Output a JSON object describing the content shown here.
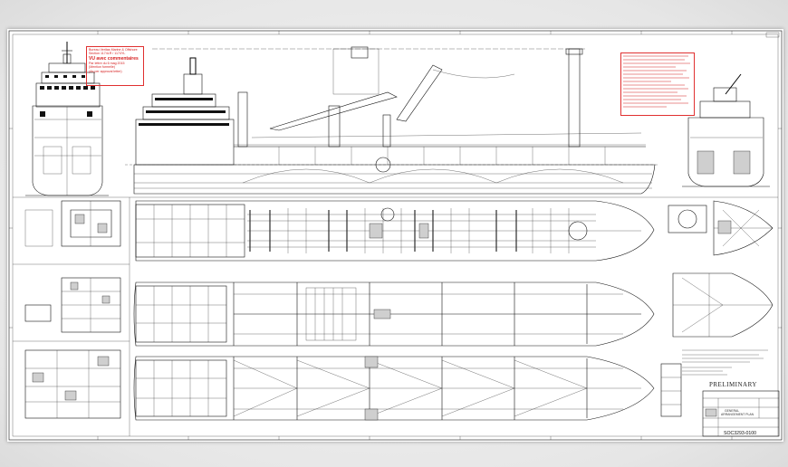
{
  "drawing": {
    "stamp": {
      "line1": "Bureau Veritas Marine & Offshore",
      "line2": "Section 1174LR / 1174YL",
      "line3": "VU avec commentaires",
      "line4": "Par lettre du 6 mag 2015",
      "line5": "(Mention formelle)",
      "line6": "(As per approval letter)"
    },
    "preliminary": "PRELIMINARY",
    "title_block": {
      "title_line1": "GENERAL",
      "title_line2": "ARRANGEMENT PLAN",
      "drawing_number": "SOC3293-0100"
    }
  }
}
